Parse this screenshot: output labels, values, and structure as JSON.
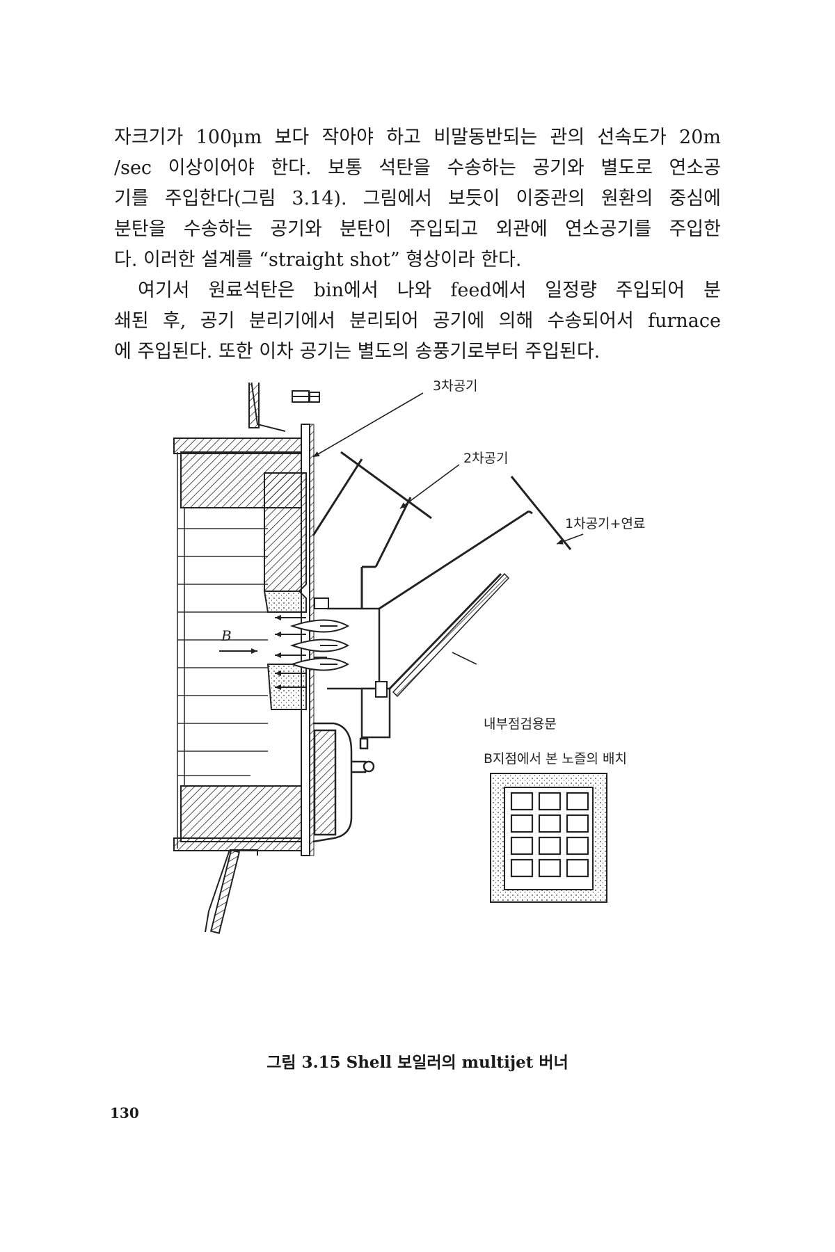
{
  "paragraph1": [
    "자크기가 100μm 보다 작아야 하고 비말동반되는 관의 선속도가 20m",
    "/sec 이상이어야 한다. 보통 석탄을 수송하는 공기와 별도로 연소공",
    "기를 주입한다(그림 3.14). 그림에서 보듯이 이중관의 원환의 중심에",
    "분탄을 수송하는 공기와 분탄이 주입되고 외관에 연소공기를 주입한",
    "다. 이러한 설계를 “straight shot” 형상이라 한다."
  ],
  "paragraph2": [
    "여기서 원료석탄은 bin에서 나와 feed에서 일정량 주입되어 분",
    "쇄된 후, 공기 분리기에서 분리되어 공기에 의해 수송되어서 furnace",
    "에 주입된다. 또한 이차 공기는 별도의 송풍기로부터 주입된다."
  ],
  "figure": {
    "label_tertiary_air": "3차공기",
    "label_secondary_air": "2차공기",
    "label_primary_air_fuel": "1차공기+연료",
    "label_inspection_door": "내부점검용문",
    "label_point_b": "B",
    "label_nozzle_layout": "B지점에서 본 노즐의 배치"
  },
  "caption": "그림 3.15 Shell 보일러의 multijet 버너",
  "page_number": "130"
}
